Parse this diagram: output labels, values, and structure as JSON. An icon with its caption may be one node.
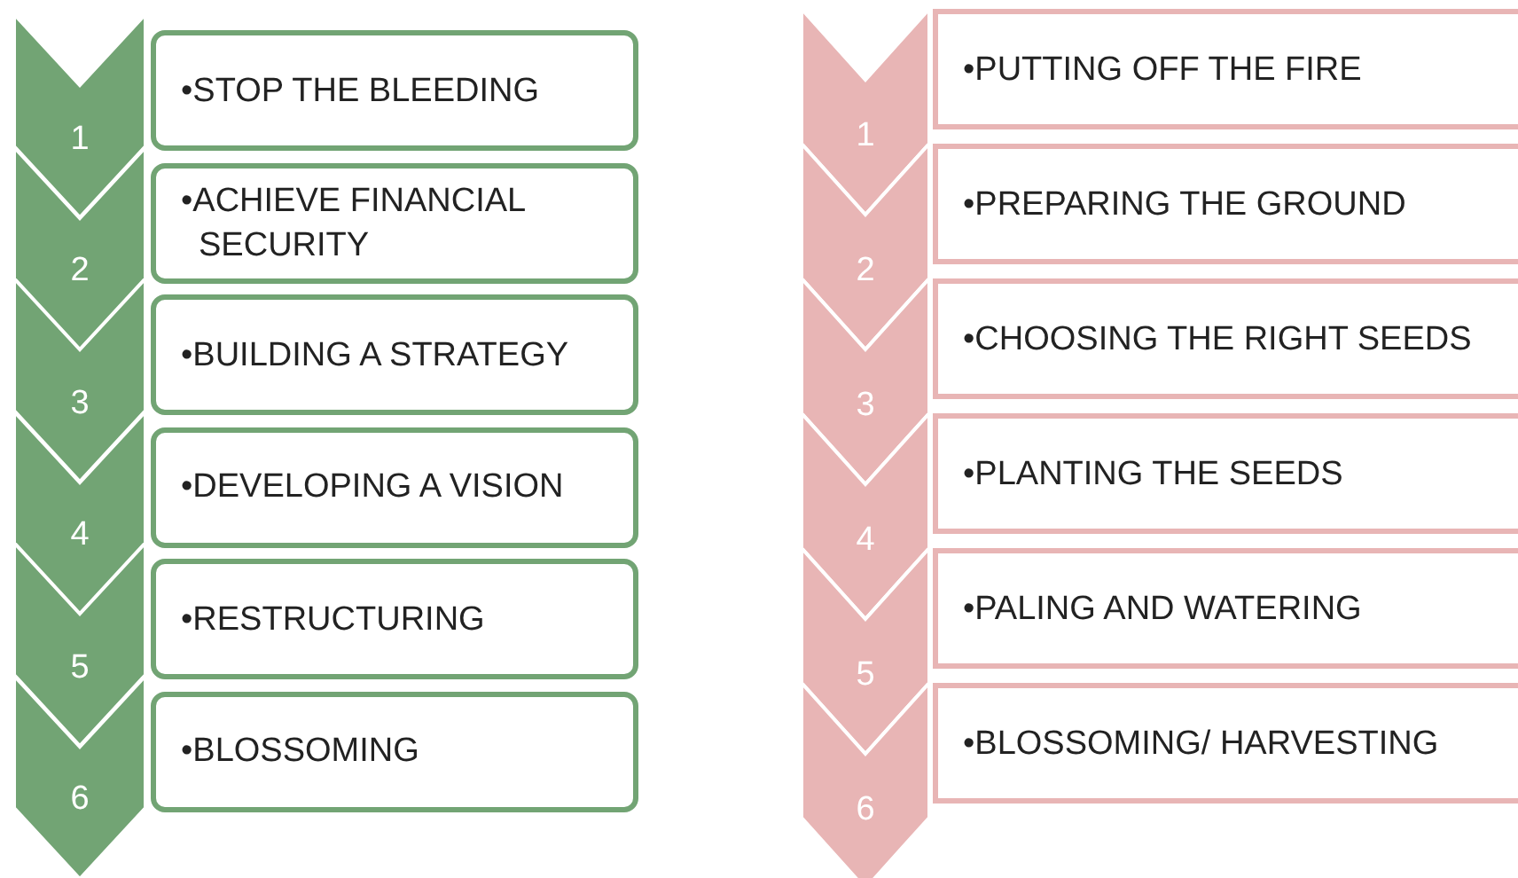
{
  "diagram": {
    "nodes": [
      {
        "text": [
          "1"
        ]
      },
      {
        "text": [
          "•STOP THE BLEEDING"
        ]
      },
      {
        "text": [
          "2"
        ]
      },
      {
        "text": [
          "•ACHIEVE FINANCIAL SECURITY"
        ]
      },
      {
        "text": [
          "3"
        ]
      },
      {
        "text": [
          "•BUILDING A STRATEGY"
        ]
      },
      {
        "text": [
          "4"
        ]
      },
      {
        "text": [
          "•DEVELOPING A VISION"
        ]
      },
      {
        "text": [
          "5"
        ]
      },
      {
        "text": [
          "•RESTRUCTURING"
        ]
      },
      {
        "text": [
          "6"
        ]
      },
      {
        "text": [
          "•BLOSSOMING"
        ]
      },
      {
        "text": [
          "1"
        ]
      },
      {
        "text": [
          "•PUTTING OFF THE FIRE"
        ]
      },
      {
        "text": [
          "2"
        ]
      },
      {
        "text": [
          "•PREPARING THE GROUND"
        ]
      },
      {
        "text": [
          "3"
        ]
      },
      {
        "text": [
          "•CHOOSING THE RIGHT SEEDS"
        ]
      },
      {
        "text": [
          "4"
        ]
      },
      {
        "text": [
          "•PLANTING THE SEEDS"
        ]
      },
      {
        "text": [
          "5"
        ]
      },
      {
        "text": [
          "•PALING AND WATERING"
        ]
      },
      {
        "text": [
          "6"
        ]
      },
      {
        "text": [
          "•BLOSSOMING/ HARVESTING"
        ]
      }
    ]
  }
}
